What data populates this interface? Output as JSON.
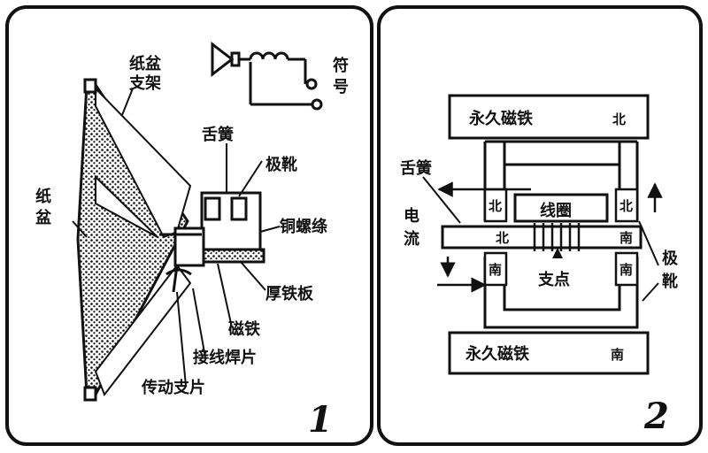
{
  "panel1": {
    "number": "1",
    "labels": {
      "cone_frame_line1": "纸盆",
      "cone_frame_line2": "支架",
      "symbol_line1": "符",
      "symbol_line2": "号",
      "reed": "舌簧",
      "pole_shoe": "极靴",
      "cone_line1": "纸",
      "cone_line2": "盆",
      "copper_coil": "铜螺绦",
      "thick_iron_plate": "厚铁板",
      "magnet": "磁铁",
      "solder_tab": "接线焊片",
      "drive_strut": "传动支片"
    }
  },
  "panel2": {
    "number": "2",
    "labels": {
      "magnet_top": "永久磁铁",
      "magnet_top_pole": "北",
      "magnet_bottom": "永久磁铁",
      "magnet_bottom_pole": "南",
      "reed": "舌簧",
      "current_line1": "电",
      "current_line2": "流",
      "coil": "线圈",
      "pivot": "支点",
      "pole_line1": "极",
      "pole_line2": "靴",
      "north_left": "北",
      "north_right": "北",
      "reed_north": "北",
      "reed_south": "南",
      "south_left": "南",
      "south_right": "南"
    }
  }
}
